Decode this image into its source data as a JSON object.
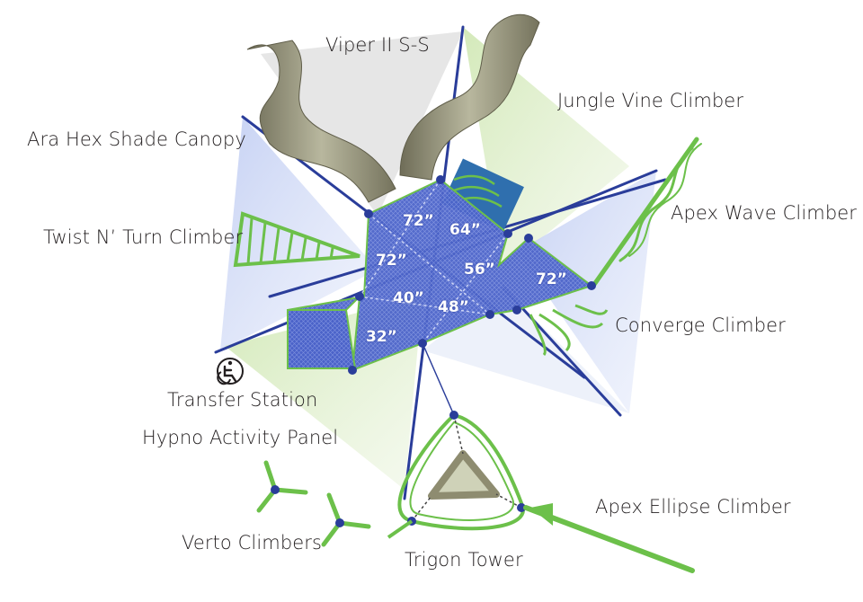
{
  "labels": {
    "viper": "Viper II S-S",
    "jungle_vine": "Jungle Vine Climber",
    "ara_hex": "Ara Hex Shade Canopy",
    "apex_wave": "Apex Wave Climber",
    "twist_turn": "Twist N’ Turn Climber",
    "converge": "Converge Climber",
    "transfer": "Transfer Station",
    "hypno": "Hypno Activity Panel",
    "apex_ellipse": "Apex Ellipse Climber",
    "verto": "Verto Climbers",
    "trigon": "Trigon Tower"
  },
  "deck_heights": {
    "d1": "72”",
    "d2": "64”",
    "d3": "72”",
    "d4": "56”",
    "d5": "72”",
    "d6": "40”",
    "d7": "48”",
    "d8": "32”"
  },
  "icons": [
    "accessibility-transfer-icon"
  ],
  "colors": {
    "deck_blue": "#4b63c9",
    "post_navy": "#2a3d9a",
    "climber_green": "#6cc04a",
    "slide_olive": "#8e8c70",
    "shade_blue": "#c9d3f2",
    "shade_green": "#d7ebc0",
    "shade_gray": "#d8d8d8"
  }
}
